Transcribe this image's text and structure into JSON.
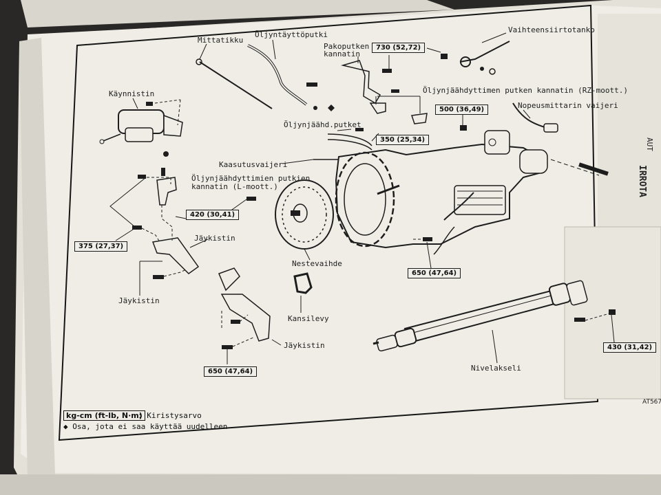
{
  "labels": {
    "mittatikku": "Mittatikku",
    "oljyntayttoputki": "Öljyntäyttöputki",
    "pakoputken_kannatin": [
      "Pakoputken",
      "kannatin"
    ],
    "vaihteensiirtotanko": "Vaihteensiirtotanko",
    "kaynnistin": "Käynnistin",
    "oljynjaahdyttimen_putken_kannatin_rz": "Öljynjäähdyttimen putken kannatin (RZ-moott.)",
    "nopeusmittarin_vaijeri": "Nopeusmittarin vaijeri",
    "oljynjaahd_putket": "Öljynjäähd.putket",
    "kaasutusvaijeri": "Kaasutusvaijeri",
    "oljynjaahdyttimien_putkien_kannatin_l": [
      "Öljynjäähdyttimien putkien",
      "kannatin (L-moott.)"
    ],
    "jaykistin_upper": "Jäykistin",
    "jaykistin_left": "Jäykistin",
    "jaykistin_lower": "Jäykistin",
    "nestevaihde": "Nestevaihde",
    "kansilevy": "Kansilevy",
    "nivelakseli": "Nivelakseli"
  },
  "torques": {
    "t730": "730 (52,72)",
    "t500": "500 (36,49)",
    "t350": "350 (25,34)",
    "t420": "420 (30,41)",
    "t375": "375 (27,37)",
    "t650a": "650 (47,64)",
    "t650b": "650 (47,64)",
    "t430": "430 (31,42)"
  },
  "legend": {
    "unit_box": "kg-cm (ft-lb, N·m)",
    "unit_text": ": Kiristysarvo",
    "no_reuse": "◆ Osa, jota ei saa käyttää uudelleen"
  },
  "figure_code": "AT567",
  "side_text": {
    "title": "IRROTA",
    "line": "AUT"
  },
  "colors": {
    "paper": "#efede6",
    "ink": "#1d1d1d",
    "desk": "#2a2826"
  }
}
